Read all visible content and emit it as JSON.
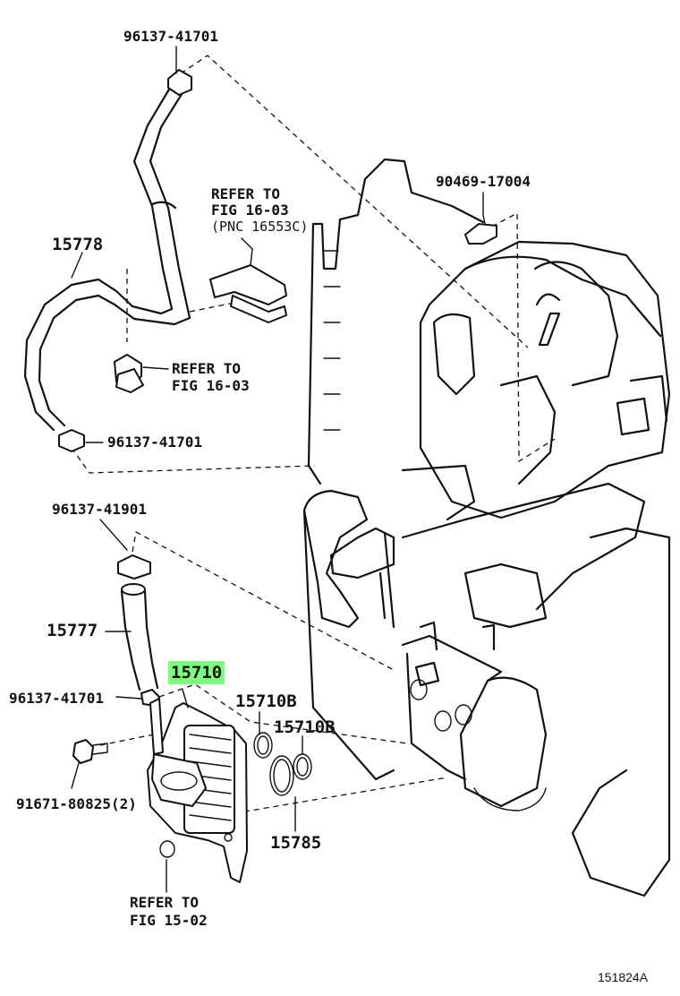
{
  "diagram": {
    "figure_id": "151824A",
    "parts": [
      {
        "key": "p96137_41701_top",
        "number": "96137-41701"
      },
      {
        "key": "p90469_17004",
        "number": "90469-17004"
      },
      {
        "key": "refer_1603_pnc",
        "line1": "REFER TO",
        "line2": "FIG 16-03",
        "line3": "(PNC 16553C)"
      },
      {
        "key": "p15778",
        "number": "15778"
      },
      {
        "key": "refer_1603",
        "line1": "REFER TO",
        "line2": "FIG 16-03"
      },
      {
        "key": "p96137_41701_mid",
        "number": "96137-41701"
      },
      {
        "key": "p96137_41901",
        "number": "96137-41901"
      },
      {
        "key": "p15777",
        "number": "15777"
      },
      {
        "key": "p15710",
        "number": "15710",
        "highlighted": true
      },
      {
        "key": "p15710B_a",
        "number": "15710B"
      },
      {
        "key": "p15710B_b",
        "number": "15710B"
      },
      {
        "key": "p96137_41701_low",
        "number": "96137-41701"
      },
      {
        "key": "p91671_80825",
        "number": "91671-80825(2)"
      },
      {
        "key": "p15785",
        "number": "15785"
      },
      {
        "key": "refer_1502",
        "line1": "REFER TO",
        "line2": "FIG 15-02"
      }
    ],
    "highlight_color": "#7dff7d"
  }
}
